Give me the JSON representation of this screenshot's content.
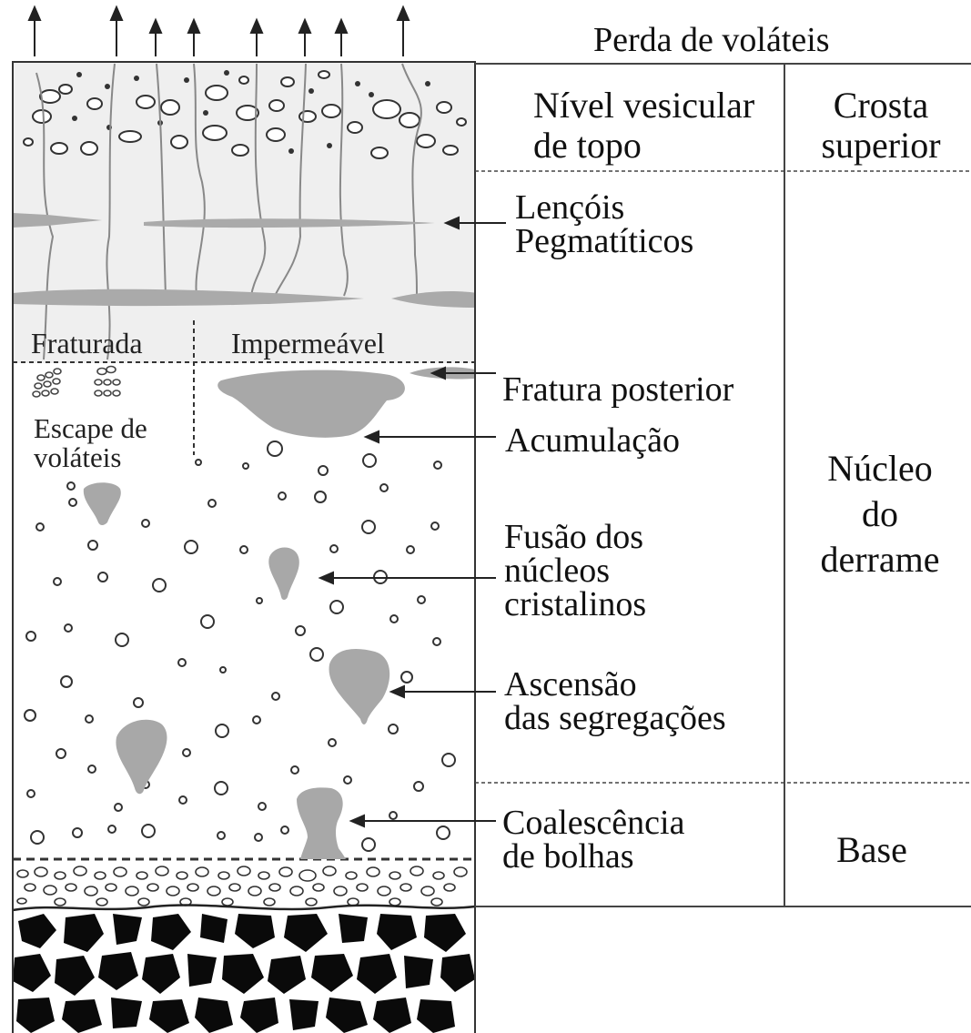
{
  "column": {
    "fractured_label": "Fraturada",
    "impermeable_label": "Impermeável",
    "volatile_escape_label": "Escape de\nvoláteis"
  },
  "header": {
    "volatile_loss": "Perda de voláteis"
  },
  "processes": {
    "pegmatitic_sheets": "Lençóis\nPegmatíticos",
    "late_fracture": "Fratura posterior",
    "accumulation": "Acumulação",
    "nuclei_fusion": "Fusão dos\nnúcleos\ncristalinos",
    "segregation_ascent": "Ascensão\ndas segregações",
    "bubble_coalescence": "Coalescência\nde bolhas"
  },
  "zones": {
    "top_vesicular": "Nível vesicular\nde topo",
    "upper_crust": "Crosta\nsuperior",
    "flow_core": "Núcleo\ndo\nderrame",
    "base": "Base"
  }
}
